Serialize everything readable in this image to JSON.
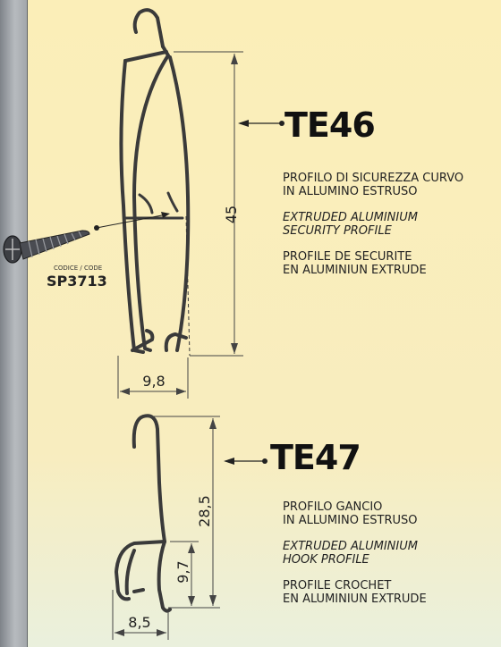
{
  "te46": {
    "code": "TE46",
    "dim_height": "45",
    "dim_width": "9,8",
    "desc_it": [
      "PROFILO DI SICUREZZA CURVO",
      "IN ALLUMINO ESTRUSO"
    ],
    "desc_en": [
      "EXTRUDED ALUMINIUM",
      "SECURITY PROFILE"
    ],
    "desc_fr": [
      "PROFILE DE SECURITE",
      "EN ALUMINIUN EXTRUDE"
    ]
  },
  "te47": {
    "code": "TE47",
    "dim_height": "28,5",
    "dim_inner": "9,7",
    "dim_width": "8,5",
    "desc_it": [
      "PROFILO GANCIO",
      "IN ALLUMINO ESTRUSO"
    ],
    "desc_en": [
      "EXTRUDED ALUMINIUM",
      "HOOK PROFILE"
    ],
    "desc_fr": [
      "PROFILE CROCHET",
      "EN ALUMINIUN EXTRUDE"
    ]
  },
  "screw": {
    "code_label": "CODICE / CODE",
    "code": "SP3713"
  },
  "colors": {
    "background": "#f8edbf",
    "profile_stroke": "#3a3a3a",
    "side_strip": "#a3a7ab"
  }
}
